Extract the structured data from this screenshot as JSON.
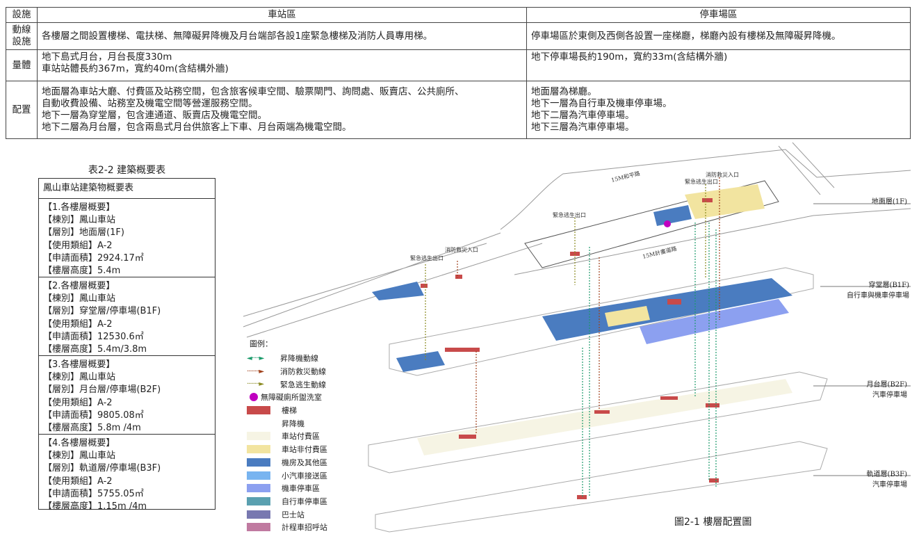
{
  "top_table": {
    "headers": [
      "設施",
      "車站區",
      "停車場區"
    ],
    "rows": [
      {
        "label": "動線設施",
        "station": [
          "各樓層之間設置樓梯、電扶梯、無障礙昇降機及月台端部各設1座緊急樓梯及消防人員專用梯。"
        ],
        "parking": [
          "停車場區於東側及西側各設置一座梯廳，梯廳內設有樓梯及無障礙昇降機。"
        ]
      },
      {
        "label": "量體",
        "station": [
          "地下島式月台，月台長度330m",
          "車站站體長約367m，寬約40m(含結構外牆)"
        ],
        "parking": [
          "地下停車場長約190m，寬約33m(含結構外牆)"
        ]
      },
      {
        "label": "配置",
        "station": [
          "地面層為車站大廳、付費區及站務空間，包含旅客候車空間、驗票閘門、詢問處、販賣店、公共廁所、",
          "自動收費設備、站務室及機電空間等營運服務空間。",
          "地下一層為穿堂層，包含連通道、販賣店及機電空間。",
          "地下二層為月台層，包含兩島式月台供旅客上下車、月台兩端為機電空間。"
        ],
        "parking": [
          "地面層為梯廳。",
          "地下一層為自行車及機車停車場。",
          "地下二層為汽車停車場。",
          "地下三層為汽車停車場。"
        ]
      }
    ]
  },
  "summary_table": {
    "caption": "表2-2 建築概要表",
    "header": "鳳山車站建築物概要表",
    "sections": [
      [
        "【1.各樓層概要】",
        "【棟別】鳳山車站",
        "【層別】地面層(1F)",
        "【使用類組】A-2",
        "【申請面積】2924.17㎡",
        "【樓層高度】5.4m"
      ],
      [
        "【2.各樓層概要】",
        "【棟別】鳳山車站",
        "【層別】穿堂層/停車場(B1F)",
        "【使用類組】A-2",
        "【申請面積】12530.6㎡",
        "【樓層高度】5.4m/3.8m"
      ],
      [
        "【3.各樓層概要】",
        "【棟別】鳳山車站",
        "【層別】月台層/停車場(B2F)",
        "【使用類組】A-2",
        "【申請面積】9805.08㎡",
        "【樓層高度】5.8m /4m"
      ],
      [
        "【4.各樓層概要】",
        "【棟別】鳳山車站",
        "【層別】軌道層/停車場(B3F)",
        "【使用類組】A-2",
        "【申請面積】5755.05㎡",
        "【樓層高度】1.15m /4m"
      ]
    ]
  },
  "legend": {
    "title": "圖例：",
    "lines": [
      {
        "label": "昇降機動線",
        "color": "#1a9a6a",
        "arrow": "◄·····►"
      },
      {
        "label": "消防救災動線",
        "color": "#a0401a",
        "arrow": "········►"
      },
      {
        "label": "緊急逃生動線",
        "color": "#8a8a20",
        "arrow": "········►"
      }
    ],
    "dot": {
      "label": "無障礙廁所盥洗室",
      "color": "#c000c0"
    },
    "areas": [
      {
        "label": "樓梯",
        "color": "#c84a4a"
      },
      {
        "label": "昇降機",
        "color": "#ffffff"
      },
      {
        "label": "車站付費區",
        "color": "#f6f4e4"
      },
      {
        "label": "車站非付費區",
        "color": "#f2e4a0"
      },
      {
        "label": "機房及其他區",
        "color": "#4a7cc0"
      },
      {
        "label": "小汽車接送區",
        "color": "#78b4f0"
      },
      {
        "label": "機車停車區",
        "color": "#8ca0f0"
      },
      {
        "label": "自行車停車區",
        "color": "#5aa0b0"
      },
      {
        "label": "巴士站",
        "color": "#7878b0"
      },
      {
        "label": "計程車招呼站",
        "color": "#c07aa0"
      }
    ]
  },
  "diagram": {
    "annotations": {
      "road1": "15M和平路",
      "road2": "15M計畫道路",
      "exit": "緊急逃生出口",
      "fire": "消防救災入口"
    },
    "floors": [
      {
        "name": "地面層(1F)",
        "sub": ""
      },
      {
        "name": "穿堂層(B1F)",
        "sub": "自行車與機車停車場"
      },
      {
        "name": "月台層(B2F)",
        "sub": "汽車停車場"
      },
      {
        "name": "軌道層(B3F)",
        "sub": "汽車停車場"
      }
    ],
    "caption": "圖2-1 樓層配置圖"
  }
}
